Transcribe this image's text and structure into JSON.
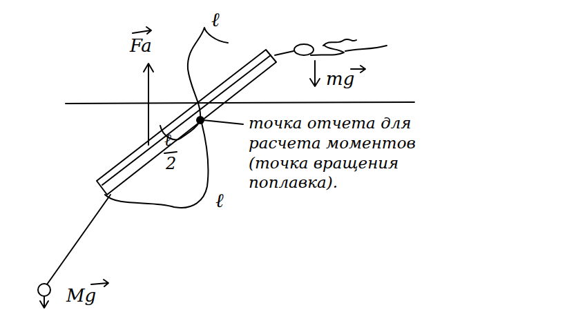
{
  "diagram": {
    "labels": [
      "Fa",
      "ℓ",
      "mg",
      "ℓ",
      "2",
      "ℓ",
      "Mg",
      "точка отчета для расчета моментов (точка вращения поплавка)."
    ]
  }
}
